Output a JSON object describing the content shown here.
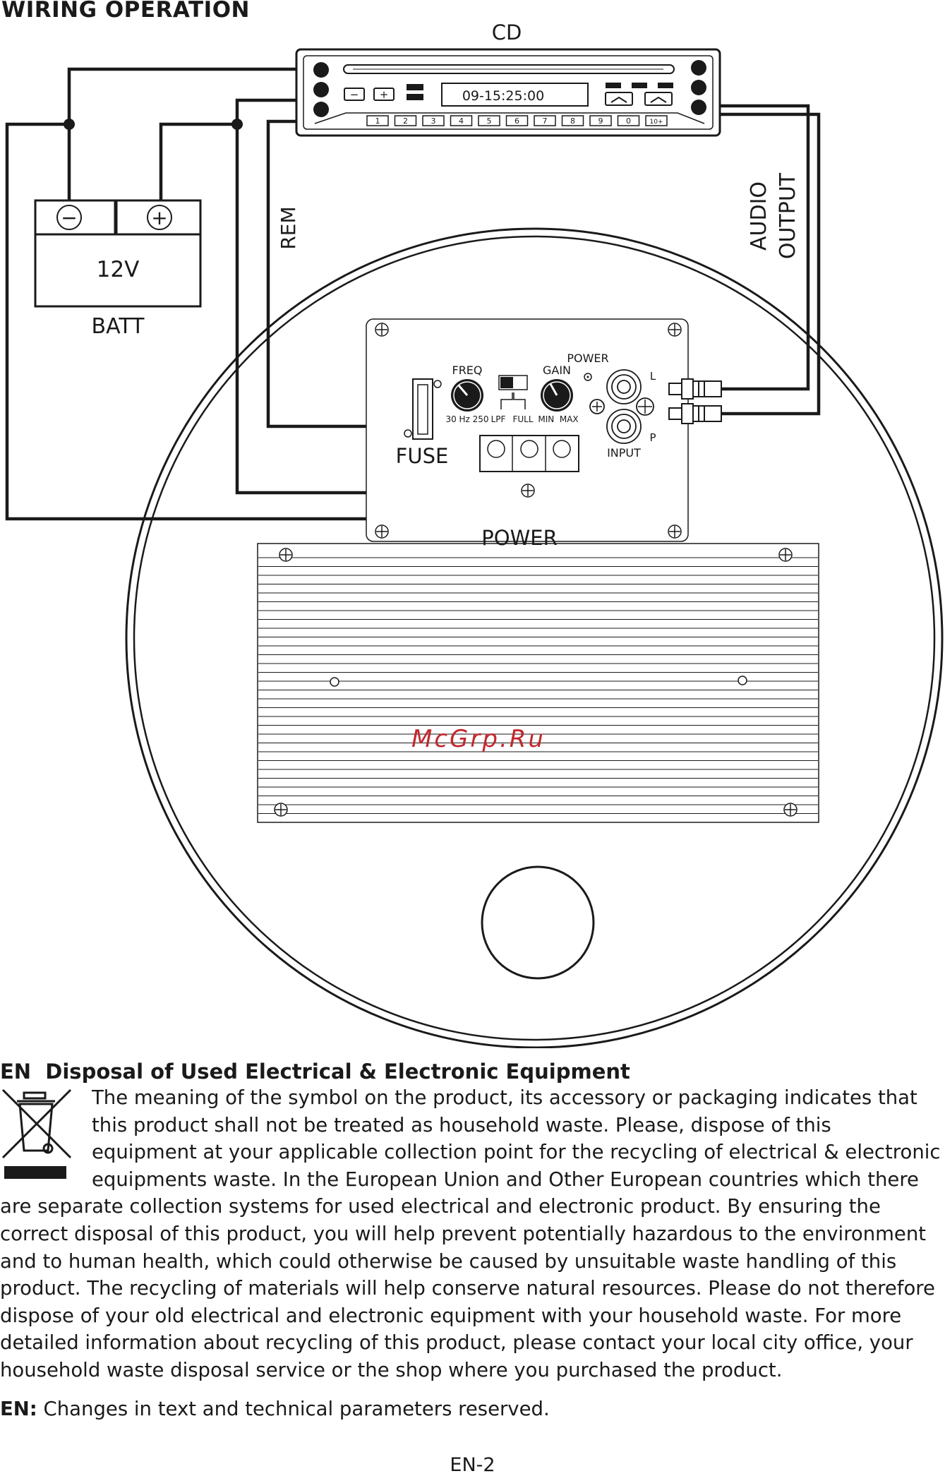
{
  "title": "WIRING OPERATION",
  "diagram": {
    "cd_label": "CD",
    "cd_display": "09-15:25:00",
    "cd_minus": "−",
    "cd_plus": "+",
    "cd_buttons": [
      "1",
      "2",
      "3",
      "4",
      "5",
      "6",
      "7",
      "8",
      "9",
      "0",
      "10+"
    ],
    "battery_minus": "−",
    "battery_plus": "+",
    "battery_voltage": "12V",
    "battery_label": "BATT",
    "rem_label": "REM",
    "audio_label": "AUDIO",
    "output_label": "OUTPUT",
    "freq_label": "FREQ",
    "gain_label": "GAIN",
    "power_led_label": "POWER",
    "freq_range": "30 Hz 250",
    "lpf_label": "LPF",
    "full_label": "FULL",
    "gain_range": "MIN  MAX",
    "input_l": "L",
    "input_p": "P",
    "input_label": "INPUT",
    "fuse_label": "FUSE",
    "power_label": "POWER",
    "watermark": "McGrp.Ru"
  },
  "disposal": {
    "lang": "EN",
    "heading": "Disposal of Used Electrical & Electronic Equipment",
    "text": "The meaning of the symbol on the product, its accessory or packaging indicates that this product shall not be treated as household waste. Please, dispose of this equipment at your applicable collection point for the recycling of electrical & electronic equipments waste. In the European Union and Other European countries which there are separate collection systems for used electrical and electronic product. By ensuring the correct disposal of this product, you will help prevent potentially hazardous to the environment and to human health, which could otherwise be caused by unsuitable waste handling of this product. The recycling of materials will help conserve natural resources. Please do not therefore dispose of your old electrical and electronic equipment with your household waste. For more detailed information about recycling of this product, please contact your local city office, your household waste disposal service or the shop where you purchased the product."
  },
  "changes": {
    "prefix": "EN:",
    "text": " Changes in text and technical parameters reserved."
  },
  "page_number": "EN-2",
  "colors": {
    "line": "#1a1a1a",
    "watermark": "#c0282d"
  }
}
